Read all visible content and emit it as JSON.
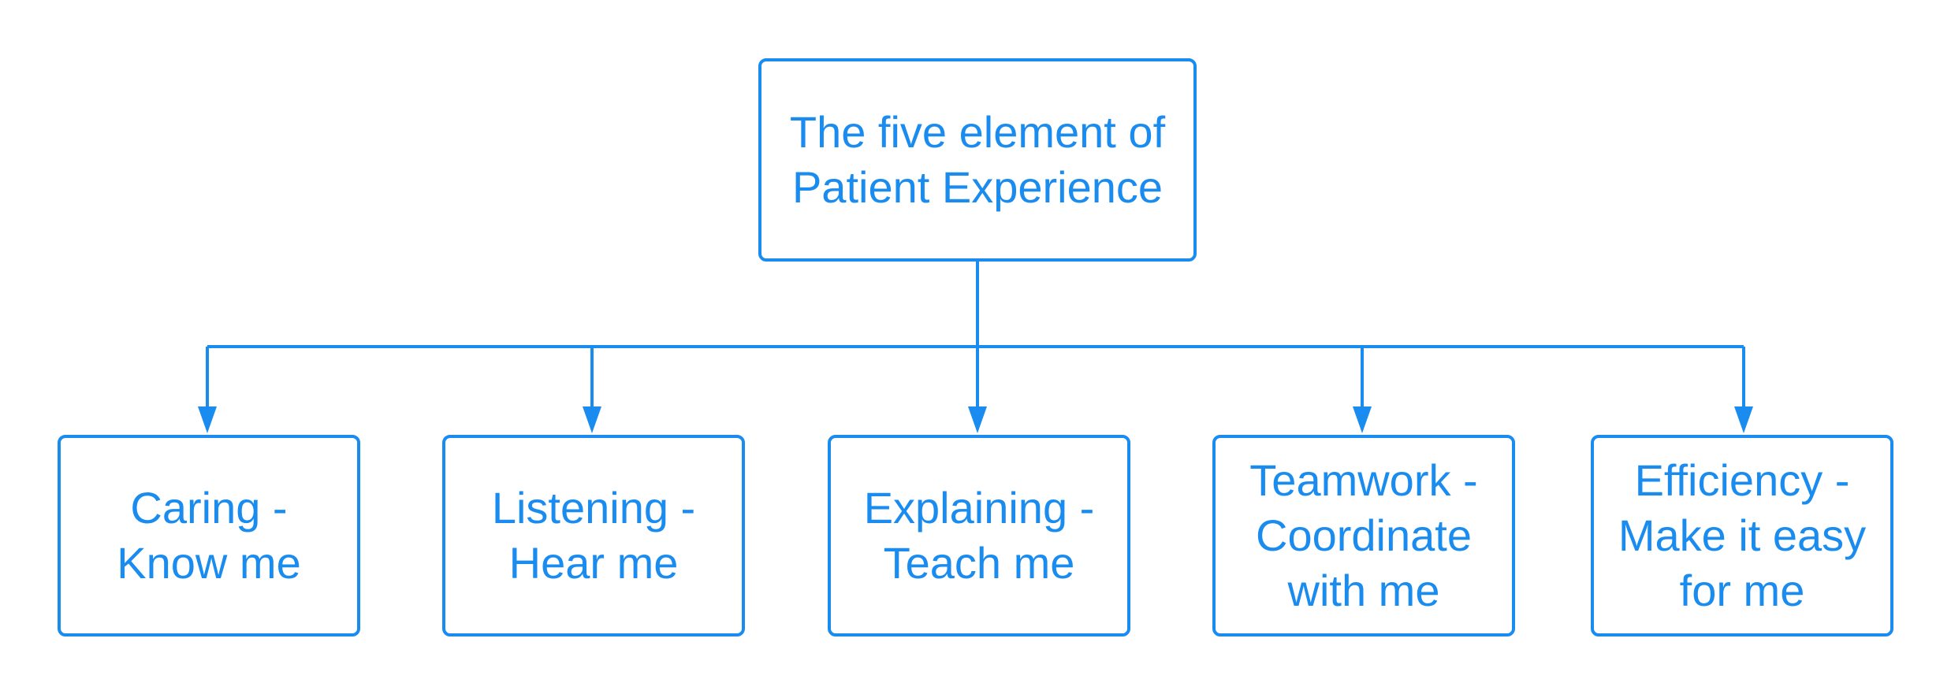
{
  "colors": {
    "accent": "#1a8cf0",
    "background": "#ffffff"
  },
  "root": {
    "lines": [
      "The five element of",
      "Patient Experience"
    ]
  },
  "children": [
    {
      "lines": [
        "Caring -",
        "Know me"
      ]
    },
    {
      "lines": [
        "Listening -",
        "Hear me"
      ]
    },
    {
      "lines": [
        "Explaining -",
        "Teach me"
      ]
    },
    {
      "lines": [
        "Teamwork -",
        "Coordinate",
        "with me"
      ]
    },
    {
      "lines": [
        "Efficiency -",
        "Make it easy",
        "for me"
      ]
    }
  ]
}
